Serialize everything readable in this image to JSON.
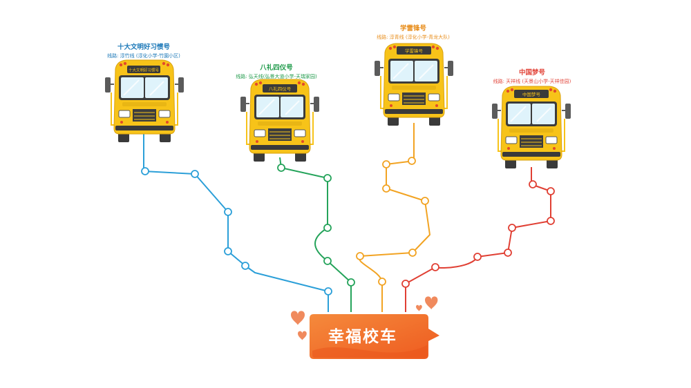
{
  "title": "幸福校车",
  "buses": [
    {
      "id": "bus1",
      "name": "十大文明好习惯号",
      "route": "线路: 淳竹线 (淳化小学-竹園小区)",
      "plate": "十大文明好习惯号",
      "color": "#2b9fd8",
      "label_color": "#1b78b8"
    },
    {
      "id": "bus2",
      "name": "八礼四仪号",
      "route": "线路: 弘天线(弘景大道小学-天瑞家园)",
      "plate": "八礼四仪号",
      "color": "#24a35a",
      "label_color": "#1f9a4a"
    },
    {
      "id": "bus3",
      "name": "学雷锋号",
      "route": "线路: 淳青线 (淳化小学-青龙大队)",
      "plate": "学雷锋号",
      "color": "#f2a322",
      "label_color": "#e88e1c"
    },
    {
      "id": "bus4",
      "name": "中国梦号",
      "route": "线路: 天祥线 (天景山小学-天祥佳园)",
      "plate": "中国梦号",
      "color": "#e03f33",
      "label_color": "#e2453a"
    }
  ],
  "colors": {
    "bus_body": "#f7c319",
    "banner": "#f26b2a",
    "heart": "#f08a5d"
  }
}
